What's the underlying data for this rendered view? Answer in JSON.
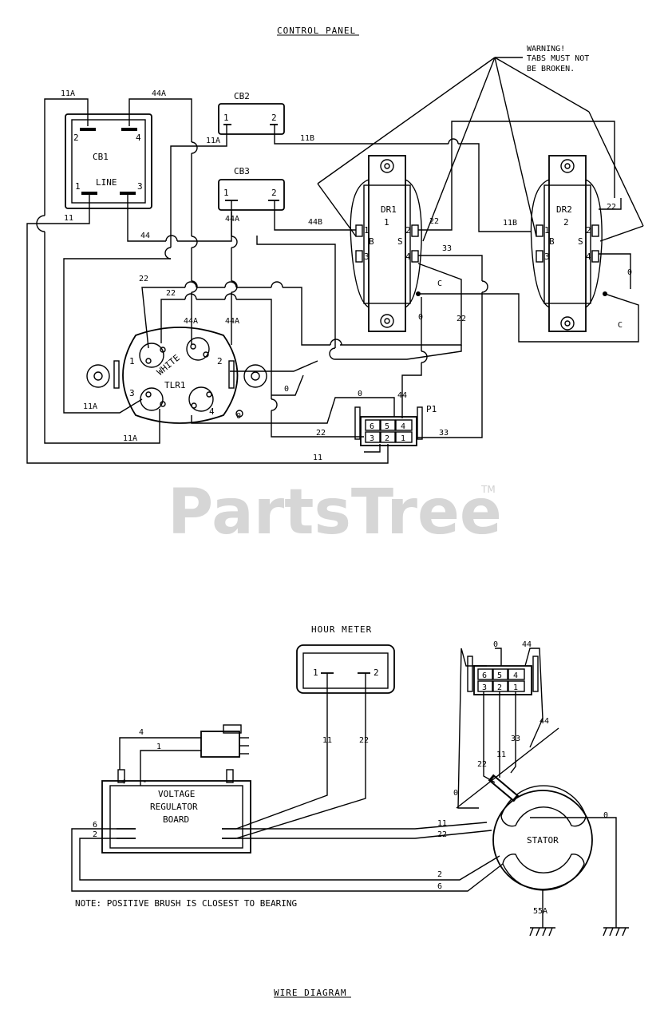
{
  "titles": {
    "control_panel": "CONTROL PANEL",
    "wire_diagram": "WIRE DIAGRAM",
    "hour_meter": "HOUR METER"
  },
  "warning": {
    "line1": "WARNING!",
    "line2": "TABS MUST NOT",
    "line3": "BE BROKEN."
  },
  "watermark": {
    "text": "PartsTree",
    "tm": "TM"
  },
  "components": {
    "cb1": "CB1",
    "cb1_line": "LINE",
    "cb2": "CB2",
    "cb3": "CB3",
    "dr1": "DR1",
    "dr1_num": "1",
    "dr2": "DR2",
    "dr2_num": "2",
    "tlr1": "TLR1",
    "white": "WHITE",
    "p1": "P1",
    "stator": "STATOR",
    "vr_line1": "VOLTAGE",
    "vr_line2": "REGULATOR",
    "vr_line3": "BOARD",
    "plus": "+",
    "minus": "-"
  },
  "pins": {
    "cb1_2": "2",
    "cb1_4": "4",
    "cb1_1": "1",
    "cb1_3": "3",
    "cb2_1": "1",
    "cb2_2": "2",
    "cb3_1": "1",
    "cb3_2": "2",
    "dr1_1": "1",
    "dr1_3": "3",
    "dr1_2": "2",
    "dr1_4": "4",
    "dr1_b": "B",
    "dr1_s": "S",
    "dr2_1": "1",
    "dr2_3": "3",
    "dr2_2": "2",
    "dr2_4": "4",
    "dr2_b": "B",
    "dr2_s": "S",
    "tlr_1": "1",
    "tlr_2": "2",
    "tlr_3": "3",
    "tlr_4": "4",
    "p1_6": "6",
    "p1_5": "5",
    "p1_4": "4",
    "p1_3": "3",
    "p1_2": "2",
    "p1_1": "1",
    "c2_6": "6",
    "c2_5": "5",
    "c2_4": "4",
    "c2_3": "3",
    "c2_2": "2",
    "c2_1": "1",
    "hm_1": "1",
    "hm_2": "2"
  },
  "wires": {
    "w11a_top": "11A",
    "w44a_top": "44A",
    "w11a_cb2": "11A",
    "w11b_cb2": "11B",
    "w11_left": "11",
    "w44_mid": "44",
    "w44a_cb3": "44A",
    "w44b": "44B",
    "w22_dr1": "22",
    "w33_dr1": "33",
    "w11b_dr2": "11B",
    "w22_dr2": "22",
    "w0_dr2": "0",
    "wc_dr2": "C",
    "wc_dr1": "C",
    "w0_dr1": "0",
    "w22_right": "22",
    "w22_tlr_a": "22",
    "w22_tlr_b": "22",
    "w44a_tlr_a": "44A",
    "w44a_tlr_b": "44A",
    "w11a_tlr": "11A",
    "w11a_low": "11A",
    "w0_tlr": "0",
    "w0_tlr4": "0",
    "w0_p1": "0",
    "w44_p1": "44",
    "w22_p1": "22",
    "w33_p1": "33",
    "w11_bottom": "11",
    "w4": "4",
    "w1": "1",
    "w11_hm": "11",
    "w22_hm": "22",
    "w0_conn": "0",
    "w44_conn": "44",
    "w44_conn2": "44",
    "w33_conn": "33",
    "w11_conn": "11",
    "w22_conn": "22",
    "w0_left": "0",
    "w0_right": "0",
    "w11_vr": "11",
    "w22_vr": "22",
    "w6_left": "6",
    "w2_left": "2",
    "w2_bottom": "2",
    "w6_bottom": "6",
    "w55a": "55A"
  },
  "note": "NOTE: POSITIVE BRUSH IS CLOSEST TO BEARING"
}
